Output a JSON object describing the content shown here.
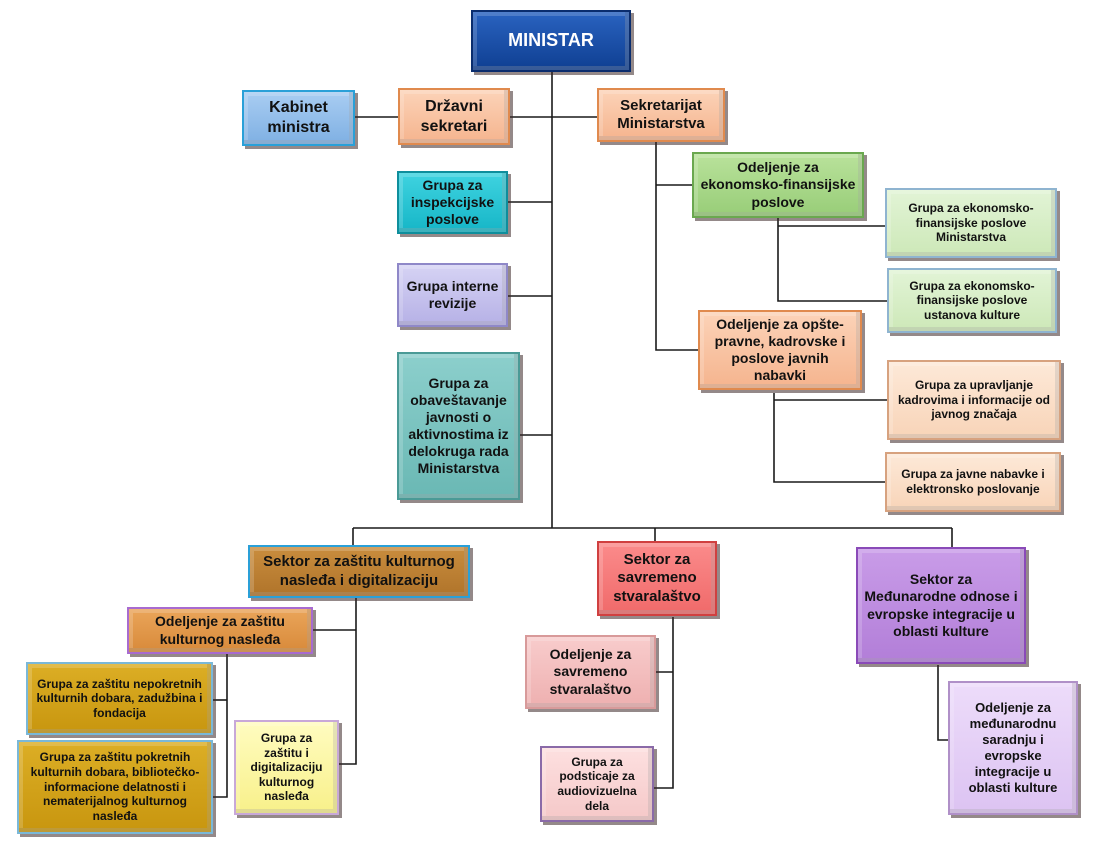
{
  "title": "Organizaciona struktura Ministarstva",
  "nodes": {
    "minister": {
      "label": "MINISTAR"
    },
    "kabinet": {
      "label": "Kabinet ministra"
    },
    "drzavni_sekretari": {
      "label": "Državni sekretari"
    },
    "sekretarijat": {
      "label": "Sekretarijat Ministarstva"
    },
    "grupa_inspekcijske": {
      "label": "Grupa za inspekcijske poslove"
    },
    "grupa_revizije": {
      "label": "Grupa interne revizije"
    },
    "grupa_obavestavanje": {
      "label": "Grupa za obaveštavanje javnosti o aktivnostima iz delokruga rada Ministarstva"
    },
    "odeljenje_ekonomsko": {
      "label": "Odeljenje za ekonomsko-finansijske poslove"
    },
    "grupa_ekon_ministarstva": {
      "label": "Grupa za ekonomsko-finansijske poslove Ministarstva"
    },
    "grupa_ekon_ustanova": {
      "label": "Grupa za ekonomsko-finansijske poslove ustanova kulture"
    },
    "odeljenje_opste_pravne": {
      "label": "Odeljenje za opšte-pravne, kadrovske i poslove javnih nabavki"
    },
    "grupa_kadrovi": {
      "label": "Grupa za upravljanje kadrovima i informacije od javnog značaja"
    },
    "grupa_nabavke": {
      "label": "Grupa za javne nabavke i elektronsko poslovanje"
    },
    "sektor_nasledje": {
      "label": "Sektor za zaštitu kulturnog nasleđa i digitalizaciju"
    },
    "odeljenje_nasledje": {
      "label": "Odeljenje za zaštitu kulturnog nasleđa"
    },
    "grupa_nepokretna": {
      "label": "Grupa za zaštitu nepokretnih kulturnih dobara, zadužbina i fondacija"
    },
    "grupa_pokretna": {
      "label": "Grupa za zaštitu pokretnih kulturnih dobara, bibliotečko-informacione delatnosti i nematerijalnog kulturnog nasleđa"
    },
    "grupa_digitalizacija": {
      "label": "Grupa za zaštitu i digitalizaciju kulturnog nasleđa"
    },
    "sektor_stvaralastvo": {
      "label": "Sektor za savremeno stvaralaštvo"
    },
    "odeljenje_stvaralastvo": {
      "label": "Odeljenje za savremeno stvaralaštvo"
    },
    "grupa_audiovizuelna": {
      "label": "Grupa za podsticaje za audiovizuelna dela"
    },
    "sektor_medjunarodni": {
      "label": "Sektor za Međunarodne odnose i evropske integracije u oblasti kulture"
    },
    "odeljenje_medjunarodna": {
      "label": "Odeljenje za međunarodnu saradnju i evropske integracije u oblasti kulture"
    }
  }
}
